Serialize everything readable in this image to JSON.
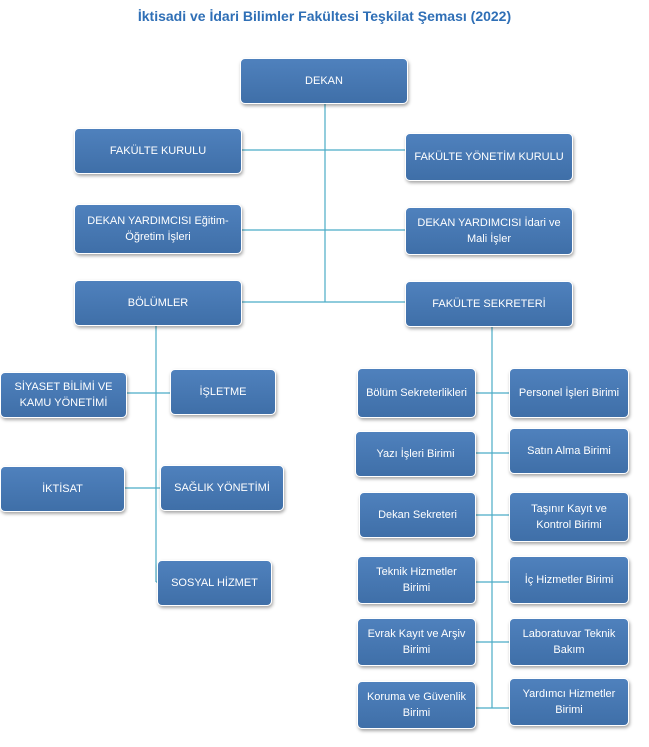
{
  "title": "İktisadi ve İdari Bilimler Fakültesi Teşkilat Şeması (2022)",
  "colors": {
    "box": "#4f81bd",
    "line": "#4bacc6",
    "title": "#2f6fb6"
  },
  "boxes": {
    "dekan": "DEKAN",
    "fakulte_kurulu": "FAKÜLTE KURULU",
    "fakulte_yonetim_kurulu": "FAKÜLTE  YÖNETİM KURULU",
    "dekan_yrd_egitim": "DEKAN YARDIMCISI Eğitim-Öğretim İşleri",
    "dekan_yrd_idari": "DEKAN YARDIMCISI İdari ve Mali İşler",
    "bolumler": "BÖLÜMLER",
    "fakulte_sekreteri": "FAKÜLTE SEKRETERİ",
    "siyaset_bilimi": "SİYASET BİLİMİ VE KAMU YÖNETİMİ",
    "isletme": "İŞLETME",
    "iktisat": "İKTİSAT",
    "saglik_yonetimi": "SAĞLIK YÖNETİMİ",
    "sosyal_hizmet": "SOSYAL HİZMET",
    "bolum_sekreterlikleri": "Bölüm Sekreterlikleri",
    "personel_isleri": "Personel İşleri Birimi",
    "yazi_isleri": "Yazı İşleri Birimi",
    "satin_alma": "Satın Alma Birimi",
    "dekan_sekreteri": "Dekan Sekreteri",
    "tasinir_kayit": "Taşınır Kayıt ve Kontrol Birimi",
    "teknik_hizmetler": "Teknik Hizmetler Birimi",
    "ic_hizmetler": "İç Hizmetler Birimi",
    "evrak_kayit": "Evrak Kayıt ve Arşiv Birimi",
    "laboratuvar": "Laboratuvar Teknik Bakım",
    "koruma_guvenlik": "Koruma ve Güvenlik Birimi",
    "yardimci_hizmetler": "Yardımcı Hizmetler Birimi"
  }
}
